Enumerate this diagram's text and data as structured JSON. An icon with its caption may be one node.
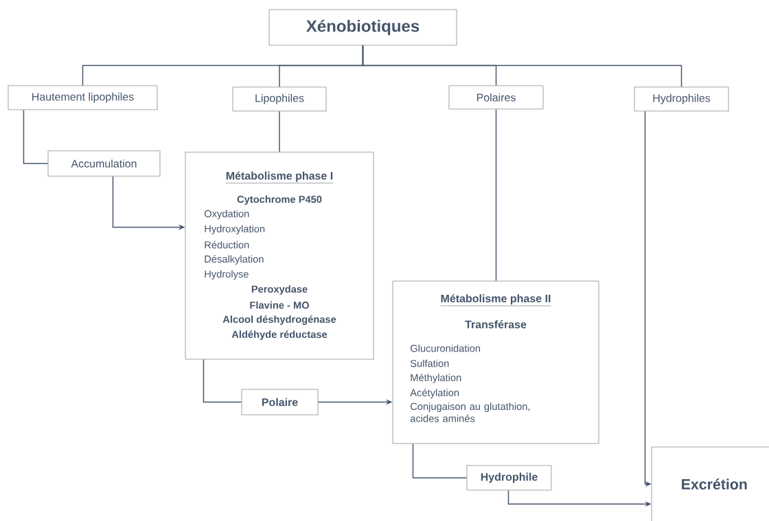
{
  "diagram": {
    "nodes": [
      {
        "text": [
          "Xénobiotiques"
        ]
      },
      {
        "text": [
          "Hautement lipophiles"
        ]
      },
      {
        "text": [
          "Lipophiles"
        ]
      },
      {
        "text": [
          "Polaires"
        ]
      },
      {
        "text": [
          "Hydrophiles"
        ]
      },
      {
        "text": [
          "Accumulation"
        ]
      },
      {
        "text": [
          "Métabolisme phase I",
          "Cytochrome P450",
          "Oxydation",
          "Hydroxylation",
          "Réduction",
          "Désalkylation",
          "Hydrolyse",
          "Peroxydase",
          "Flavine - MO",
          "Alcool déshydrogénase",
          "Aldéhyde réductase"
        ]
      },
      {
        "text": [
          "Polaire"
        ]
      },
      {
        "text": [
          "Métabolisme phase II",
          "Transférase",
          "Glucuronidation",
          "Sulfation",
          "Méthylation",
          "Acétylation",
          "Conjugaison au glutathion, acides aminés"
        ]
      },
      {
        "text": [
          "Hydrophile"
        ]
      },
      {
        "text": [
          "Excrétion"
        ]
      }
    ],
    "edges": [
      {
        "from": 0,
        "to": 1,
        "arrow": "none"
      },
      {
        "from": 0,
        "to": 2,
        "arrow": "none"
      },
      {
        "from": 0,
        "to": 3,
        "arrow": "none"
      },
      {
        "from": 0,
        "to": 4,
        "arrow": "none"
      },
      {
        "from": 1,
        "to": 5,
        "arrow": "none"
      },
      {
        "from": 5,
        "to": 6,
        "arrow": "to"
      },
      {
        "from": 2,
        "to": 6,
        "arrow": "none"
      },
      {
        "from": 3,
        "to": 8,
        "arrow": "none"
      },
      {
        "from": 6,
        "to": 7,
        "arrow": "none"
      },
      {
        "from": 7,
        "to": 8,
        "arrow": "to"
      },
      {
        "from": 8,
        "to": 9,
        "arrow": "none"
      },
      {
        "from": 9,
        "to": 10,
        "arrow": "to"
      },
      {
        "from": 4,
        "to": 10,
        "arrow": "to"
      }
    ]
  }
}
